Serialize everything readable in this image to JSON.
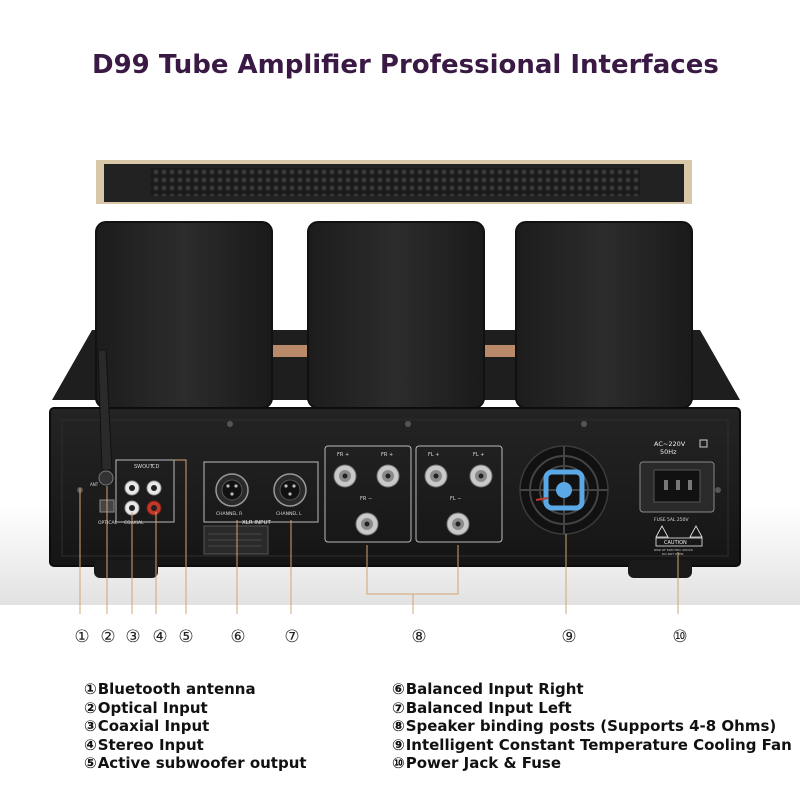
{
  "title": "D99 Tube Amplifier Professional Interfaces",
  "panel_labels": {
    "antenna": "ANT",
    "sw_out": "SWOUT",
    "cd": "CD",
    "optical": "OPTICAL",
    "coaxial": "COAXIAL",
    "channel_r": "CHANNEL R",
    "channel_l": "CHANNEL L",
    "xlr_input": "XLR INPUT",
    "fr_plus_1": "FR +",
    "fr_plus_2": "FR +",
    "fr_minus": "FR −",
    "fl_plus_1": "FL +",
    "fl_plus_2": "FL +",
    "fl_minus": "FL −",
    "ac_voltage": "AC~220V",
    "ac_freq": "50Hz",
    "fuse": "FUSE 5AL 250V",
    "caution": "CAUTION",
    "caution_note_1": "RISK OF ELECTRIC SHOCK",
    "caution_note_2": "DO NOT OPEN"
  },
  "markers": [
    {
      "label": "①"
    },
    {
      "label": "②"
    },
    {
      "label": "③"
    },
    {
      "label": "④"
    },
    {
      "label": "⑤"
    },
    {
      "label": "⑥"
    },
    {
      "label": "⑦"
    },
    {
      "label": "⑧"
    },
    {
      "label": "⑨"
    },
    {
      "label": "⑩"
    }
  ],
  "legend_left": [
    {
      "num": "①",
      "text": "Bluetooth antenna"
    },
    {
      "num": "②",
      "text": "Optical Input"
    },
    {
      "num": "③",
      "text": "Coaxial Input"
    },
    {
      "num": "④",
      "text": "Stereo Input"
    },
    {
      "num": "⑤",
      "text": "Active subwoofer output"
    }
  ],
  "legend_right": [
    {
      "num": "⑥",
      "text": "Balanced Input Right"
    },
    {
      "num": "⑦",
      "text": "Balanced Input Left"
    },
    {
      "num": "⑧",
      "text": "Speaker binding posts (Supports 4-8 Ohms)"
    },
    {
      "num": "⑨",
      "text": "Intelligent Constant Temperature Cooling Fan"
    },
    {
      "num": "⑩",
      "text": "Power Jack & Fuse"
    }
  ],
  "colors": {
    "title": "#3a1a45",
    "chassis": "#1a1a1a",
    "transformer": "#262626",
    "accent_red": "#c0392b",
    "fan_blue": "#5aa9e6"
  }
}
